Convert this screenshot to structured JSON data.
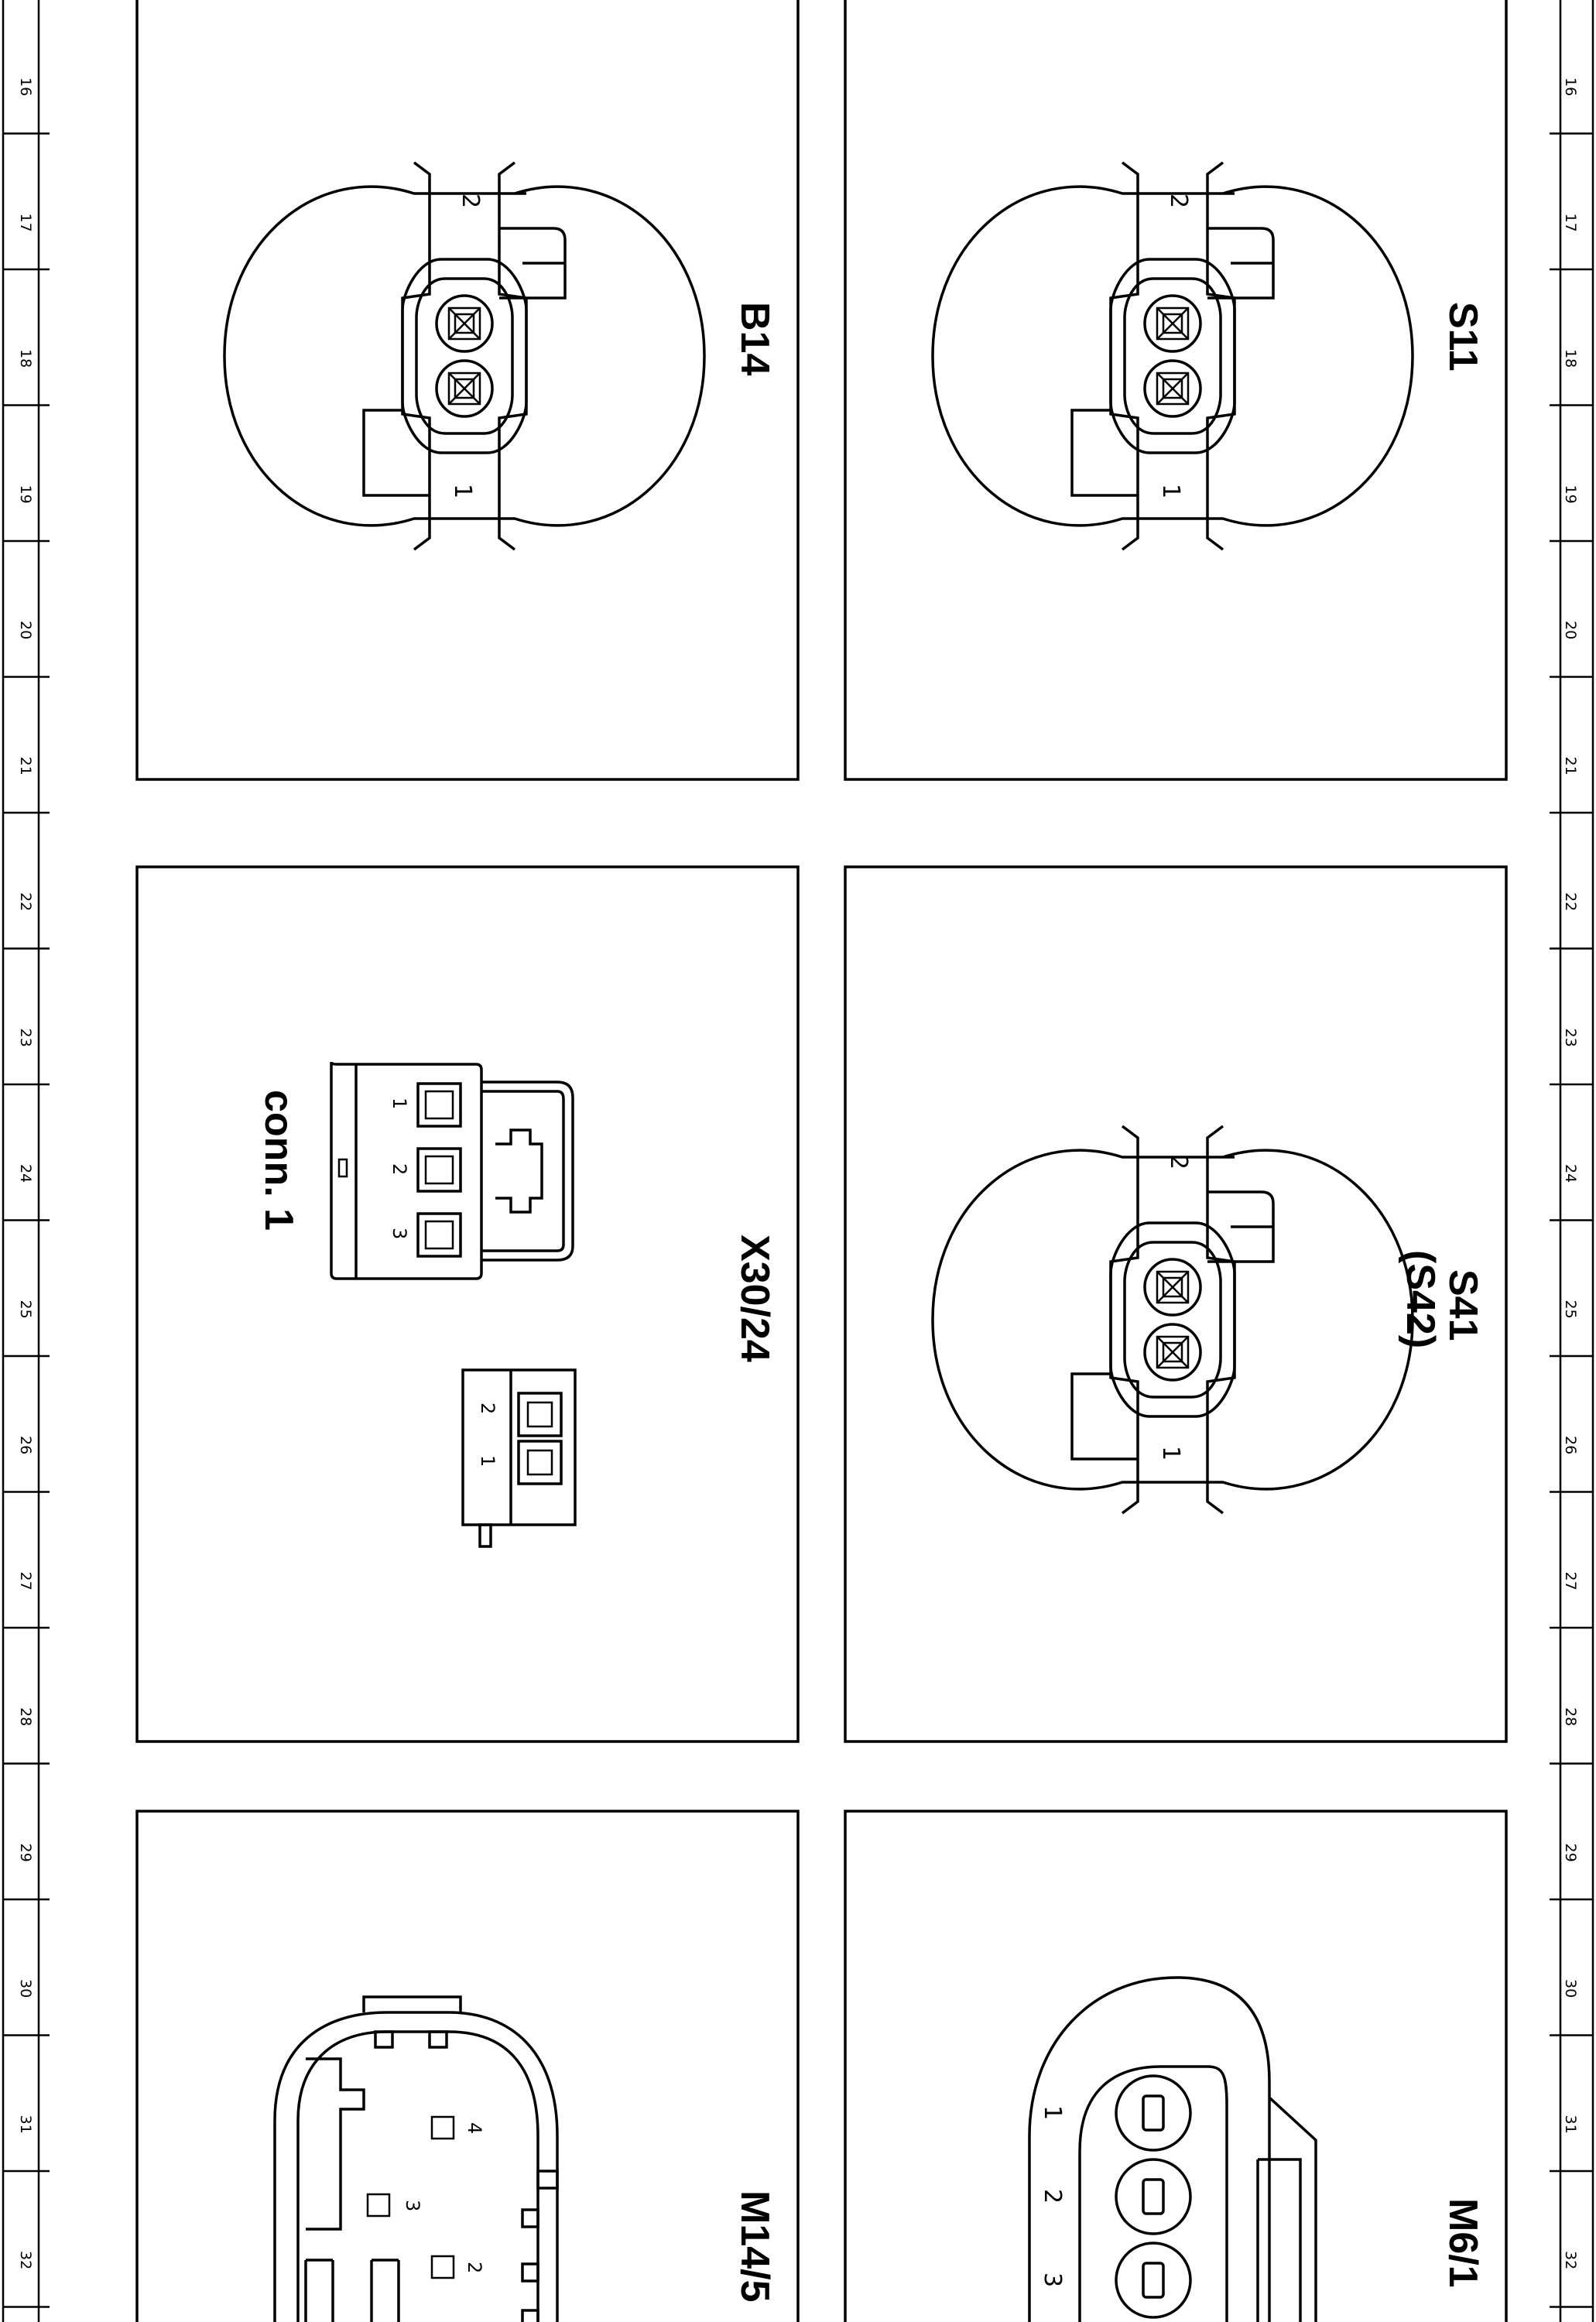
{
  "ruler": {
    "labels": [
      "16",
      "17",
      "18",
      "19",
      "20",
      "21",
      "22",
      "23",
      "24",
      "25",
      "26",
      "27",
      "28",
      "29",
      "30",
      "31",
      "32"
    ]
  },
  "connectors": {
    "b14": {
      "title": "B14",
      "pins": [
        "2",
        "1"
      ]
    },
    "s11": {
      "title": "S11",
      "pins": [
        "2",
        "1"
      ]
    },
    "x30_24": {
      "title": "X30/24",
      "sub": "conn. 1",
      "pins_large": [
        "1",
        "2",
        "3"
      ],
      "pins_small": [
        "2",
        "1"
      ]
    },
    "s41": {
      "title": "S41",
      "title_alt": "(S42)",
      "pins": [
        "2",
        "1"
      ]
    },
    "m14_5": {
      "title": "M14/5",
      "pins": [
        "4",
        "3",
        "2"
      ]
    },
    "m6_1": {
      "title": "M6/1",
      "pins": [
        "1",
        "2",
        "3"
      ]
    }
  }
}
